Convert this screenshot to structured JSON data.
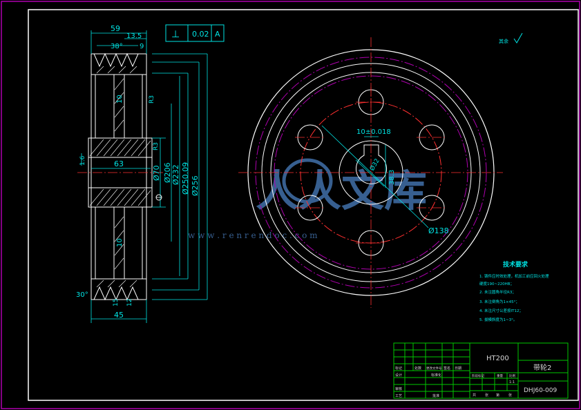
{
  "drawing": {
    "title": "带轮2",
    "material": "HT200",
    "drawing_number": "DHJ60-009",
    "scale": "1:1"
  },
  "roughness_label": "其余",
  "tolerance_frame": {
    "symbol": "⊥",
    "value": "0.02",
    "datum": "A"
  },
  "section_dims": {
    "width_59": "59",
    "width_13_5": "13.5",
    "angle_38": "38°",
    "nine": "9",
    "r_top": "R3",
    "ten_top": "10",
    "r_mid": "R3",
    "len_63": "63",
    "d70": "Ø70",
    "d206": "Ø206",
    "d232": "Ø232",
    "d250": "Ø250.09",
    "d256": "Ø256",
    "ten_bot": "10",
    "angle_30": "30°",
    "bottom_45": "45",
    "bottom_small_a": "15",
    "bottom_small_b": "12",
    "left_val": "1.6"
  },
  "front_dims": {
    "keyway": "10±0.018",
    "key_depth": "38.3",
    "bore": "Ø32",
    "pitch_circle": "Ø138"
  },
  "tech_req": {
    "title": "技术要求",
    "items": [
      "1. 铸件应时效处理，机加工前应回火处理",
      "   硬度190~220HB；",
      "2. 未注圆角半径R3；",
      "3. 未注倒角为1×45°；",
      "4. 未注尺寸公差按IT12；",
      "5. 拔模斜度为1~3°。"
    ]
  },
  "title_block_labels": {
    "row1": [
      "标记",
      "处数",
      "更改文件号",
      "签名",
      "日期"
    ],
    "rows": [
      "设计",
      "审核",
      "工艺"
    ],
    "mid": [
      "标准化",
      "批准"
    ],
    "right_hdr": [
      "阶段标记",
      "重量",
      "比例"
    ],
    "sheet": [
      "共",
      "张",
      "第",
      "张"
    ]
  },
  "watermark": {
    "text": "人人文库",
    "url": "w w w . r e n r e n d o c . c o m"
  }
}
